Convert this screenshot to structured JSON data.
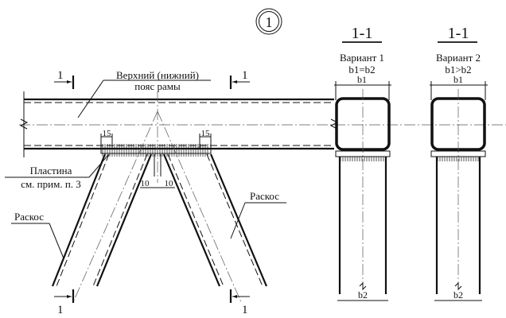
{
  "node_number": "1",
  "chord_label_line1": "Верхний (нижний)",
  "chord_label_line2": "пояс рамы",
  "plate_label_line1": "Пластина",
  "plate_label_line2": "см. прим. п. 3",
  "brace_label_left": "Раскос",
  "brace_label_right": "Раскос",
  "section_mark": "1",
  "dim_15": "15",
  "dim_10": "10",
  "sections": [
    {
      "title": "1-1",
      "variant": "Вариант 1",
      "condition": "b1=b2",
      "top_dim": "b1",
      "bottom_dim": "b2"
    },
    {
      "title": "1-1",
      "variant": "Вариант 2",
      "condition": "b1>b2",
      "top_dim": "b1",
      "bottom_dim": "b2"
    }
  ]
}
